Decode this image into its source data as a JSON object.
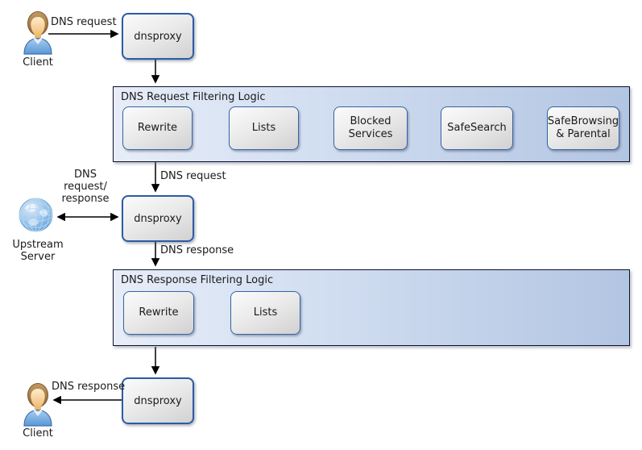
{
  "diagram": {
    "nodes": {
      "client_top": {
        "label": "Client"
      },
      "dnsproxy_top": {
        "label": "dnsproxy"
      },
      "dnsproxy_middle": {
        "label": "dnsproxy"
      },
      "dnsproxy_bottom": {
        "label": "dnsproxy"
      },
      "upstream_server": {
        "label": "Upstream\nServer"
      },
      "client_bottom": {
        "label": "Client"
      }
    },
    "containers": {
      "request_filtering": {
        "title": "DNS Request Filtering Logic",
        "steps": [
          "Rewrite",
          "Lists",
          "Blocked\nServices",
          "SafeSearch",
          "SafeBrowsing\n& Parental"
        ]
      },
      "response_filtering": {
        "title": "DNS Response Filtering Logic",
        "steps": [
          "Rewrite",
          "Lists"
        ]
      }
    },
    "edge_labels": {
      "client_request": "DNS request",
      "filtered_request": "DNS request",
      "upstream_exchange": "DNS\nrequest/\nresponse",
      "proxy_response": "DNS response",
      "client_response": "DNS response"
    },
    "colors": {
      "container_border": "#10102e",
      "container_fill_left": "#e7edf8",
      "container_fill_right": "#b2c5e2",
      "box_border": "#3465a4",
      "box_fill_top": "#fbfbfb",
      "box_fill_bottom": "#d1d1d1",
      "arrow": "#000000"
    }
  }
}
